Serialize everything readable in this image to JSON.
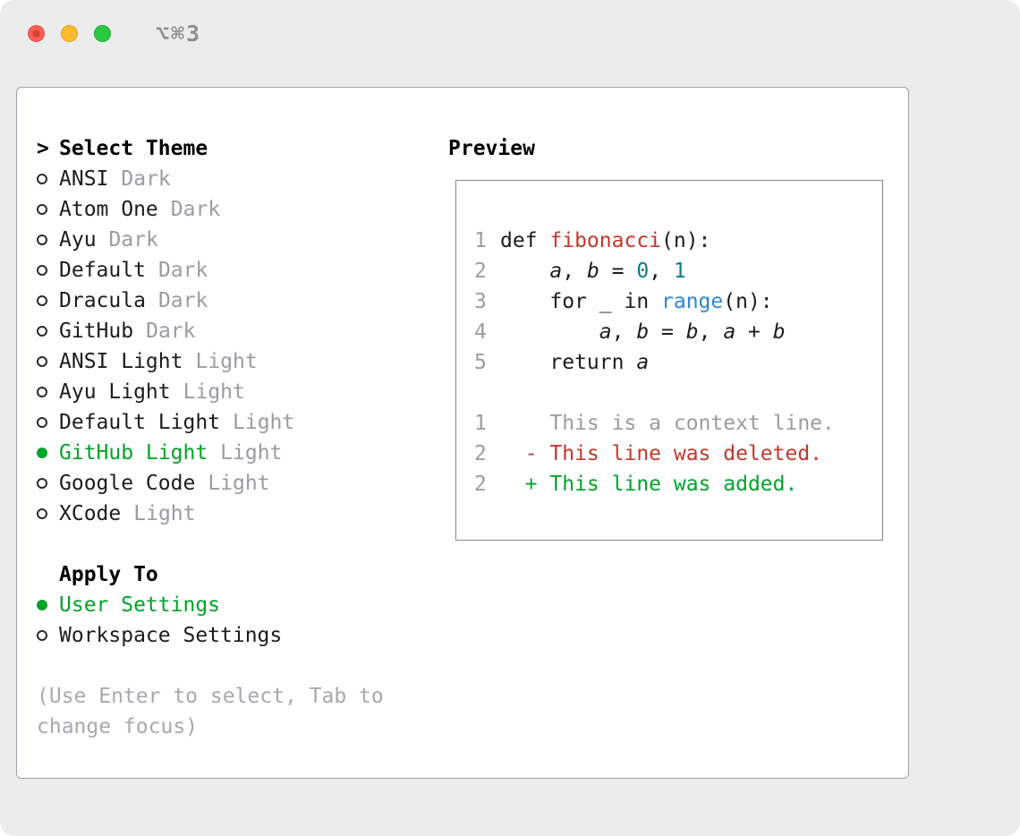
{
  "colors": {
    "window_bg": "#ececec",
    "panel_bg": "#ffffff",
    "panel_border": "#9aa1a9",
    "accent_green": "#00a32a",
    "muted_gray": "#9b9ba1",
    "code_red": "#c0392b",
    "code_blue": "#2e86d1",
    "code_teal": "#0e7c86",
    "traffic_red": "#ff5f57",
    "traffic_yellow": "#febc2e",
    "traffic_green": "#28c840"
  },
  "titlebar": {
    "shortcut": "⌥⌘3"
  },
  "theme_selector": {
    "prompt": ">",
    "title": "Select Theme",
    "themes": [
      {
        "name": "ANSI",
        "variant": "Dark",
        "selected": false
      },
      {
        "name": "Atom One",
        "variant": "Dark",
        "selected": false
      },
      {
        "name": "Ayu",
        "variant": "Dark",
        "selected": false
      },
      {
        "name": "Default",
        "variant": "Dark",
        "selected": false
      },
      {
        "name": "Dracula",
        "variant": "Dark",
        "selected": false
      },
      {
        "name": "GitHub",
        "variant": "Dark",
        "selected": false
      },
      {
        "name": "ANSI Light",
        "variant": "Light",
        "selected": false
      },
      {
        "name": "Ayu Light",
        "variant": "Light",
        "selected": false
      },
      {
        "name": "Default Light",
        "variant": "Light",
        "selected": false
      },
      {
        "name": "GitHub Light",
        "variant": "Light",
        "selected": true
      },
      {
        "name": "Google Code",
        "variant": "Light",
        "selected": false
      },
      {
        "name": "XCode",
        "variant": "Light",
        "selected": false
      }
    ],
    "apply_to": {
      "title": "Apply To",
      "options": [
        {
          "label": "User Settings",
          "selected": true
        },
        {
          "label": "Workspace Settings",
          "selected": false
        }
      ]
    },
    "hint": "(Use Enter to select, Tab to change focus)"
  },
  "preview": {
    "title": "Preview",
    "lines": [
      {
        "num": "1",
        "tokens": [
          {
            "t": "def ",
            "c": "fg"
          },
          {
            "t": "fibonacci",
            "c": "red"
          },
          {
            "t": "(n):",
            "c": "fg"
          }
        ]
      },
      {
        "num": "2",
        "tokens": [
          {
            "t": "    ",
            "c": "fg"
          },
          {
            "t": "a",
            "c": "it"
          },
          {
            "t": ", ",
            "c": "fg"
          },
          {
            "t": "b",
            "c": "it"
          },
          {
            "t": " = ",
            "c": "fg"
          },
          {
            "t": "0",
            "c": "num"
          },
          {
            "t": ", ",
            "c": "fg"
          },
          {
            "t": "1",
            "c": "num"
          }
        ]
      },
      {
        "num": "3",
        "tokens": [
          {
            "t": "    for _ in ",
            "c": "fg"
          },
          {
            "t": "range",
            "c": "blue"
          },
          {
            "t": "(n):",
            "c": "fg"
          }
        ]
      },
      {
        "num": "4",
        "tokens": [
          {
            "t": "        ",
            "c": "fg"
          },
          {
            "t": "a",
            "c": "it"
          },
          {
            "t": ", ",
            "c": "fg"
          },
          {
            "t": "b",
            "c": "it"
          },
          {
            "t": " = ",
            "c": "fg"
          },
          {
            "t": "b",
            "c": "it"
          },
          {
            "t": ", ",
            "c": "fg"
          },
          {
            "t": "a",
            "c": "it"
          },
          {
            "t": " + ",
            "c": "fg"
          },
          {
            "t": "b",
            "c": "it"
          }
        ]
      },
      {
        "num": "5",
        "tokens": [
          {
            "t": "    return ",
            "c": "fg"
          },
          {
            "t": "a",
            "c": "it"
          }
        ]
      },
      {
        "num": "",
        "tokens": []
      },
      {
        "num": "1",
        "tokens": [
          {
            "t": "    This is a context line.",
            "c": "ctx"
          }
        ]
      },
      {
        "num": "2",
        "tokens": [
          {
            "t": "  - This line was deleted.",
            "c": "del"
          }
        ]
      },
      {
        "num": "2",
        "tokens": [
          {
            "t": "  + This line was added.",
            "c": "add"
          }
        ]
      }
    ]
  }
}
